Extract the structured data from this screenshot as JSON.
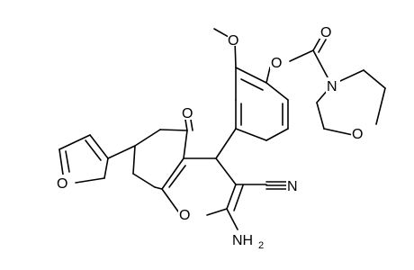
{
  "molecule": {
    "atoms": {
      "o_methoxy": "O",
      "o_ester": "O",
      "o_carbonyl_carbamate": "O",
      "n_morpholine": "N",
      "o_morpholine": "O",
      "o_ketone": "O",
      "n_nitrile": "N",
      "o_pyran": "O",
      "o_furan": "O",
      "amine_n": "NH",
      "amine_h_count": "2"
    }
  }
}
